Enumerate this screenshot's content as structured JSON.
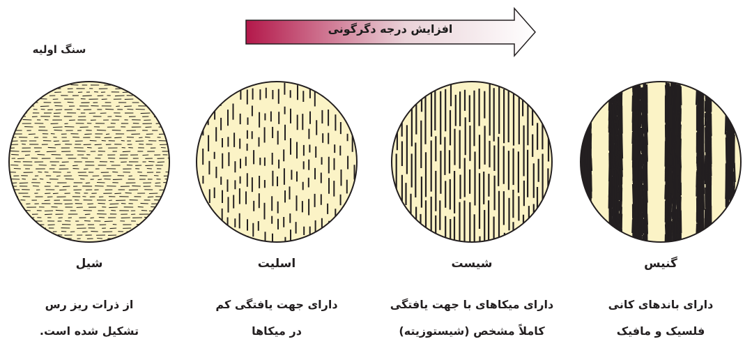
{
  "arrow": {
    "label": "افزایش درجه دگرگونی"
  },
  "source_label": "سنگ اولیه",
  "rocks": [
    {
      "name": "شیل",
      "desc1": "از ذرات ریز رس",
      "desc2": "تشکیل شده است."
    },
    {
      "name": "اسلیت",
      "desc1": "دارای جهت یافتگی کم",
      "desc2": "در میکاها"
    },
    {
      "name": "شیست",
      "desc1": "دارای میکاهای با جهت یافتگی",
      "desc2": "کاملاً مشخص (شیستوزیته)"
    },
    {
      "name": "گنیس",
      "desc1": "دارای باندهای کانی",
      "desc2": "فلسیک و مافیک"
    }
  ],
  "colors": {
    "disk_fill": "#fbf3c6",
    "outline": "#231f20",
    "arrow_dark": "#b3184a",
    "arrow_light": "#ffffff"
  }
}
